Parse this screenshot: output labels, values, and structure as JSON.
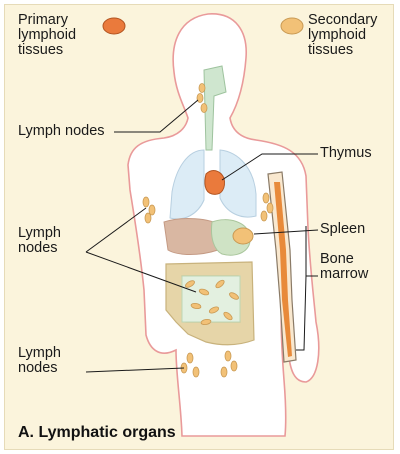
{
  "legend": {
    "primary": "Primary\nlymphoid\ntissues",
    "secondary": "Secondary\nlymphoid\ntissues"
  },
  "labels": {
    "lymph_nodes_neck": "Lymph nodes",
    "thymus": "Thymus",
    "spleen": "Spleen",
    "lymph_nodes_mid": "Lymph\nnodes",
    "bone_marrow": "Bone\nmarrow",
    "lymph_nodes_groin": "Lymph\nnodes"
  },
  "caption": "A. Lymphatic organs",
  "colors": {
    "panel_background": "#fbf4dc",
    "primary_tissue": "#ea7a3c",
    "secondary_tissue": "#f2c177",
    "body_outline": "#e99a9a"
  }
}
